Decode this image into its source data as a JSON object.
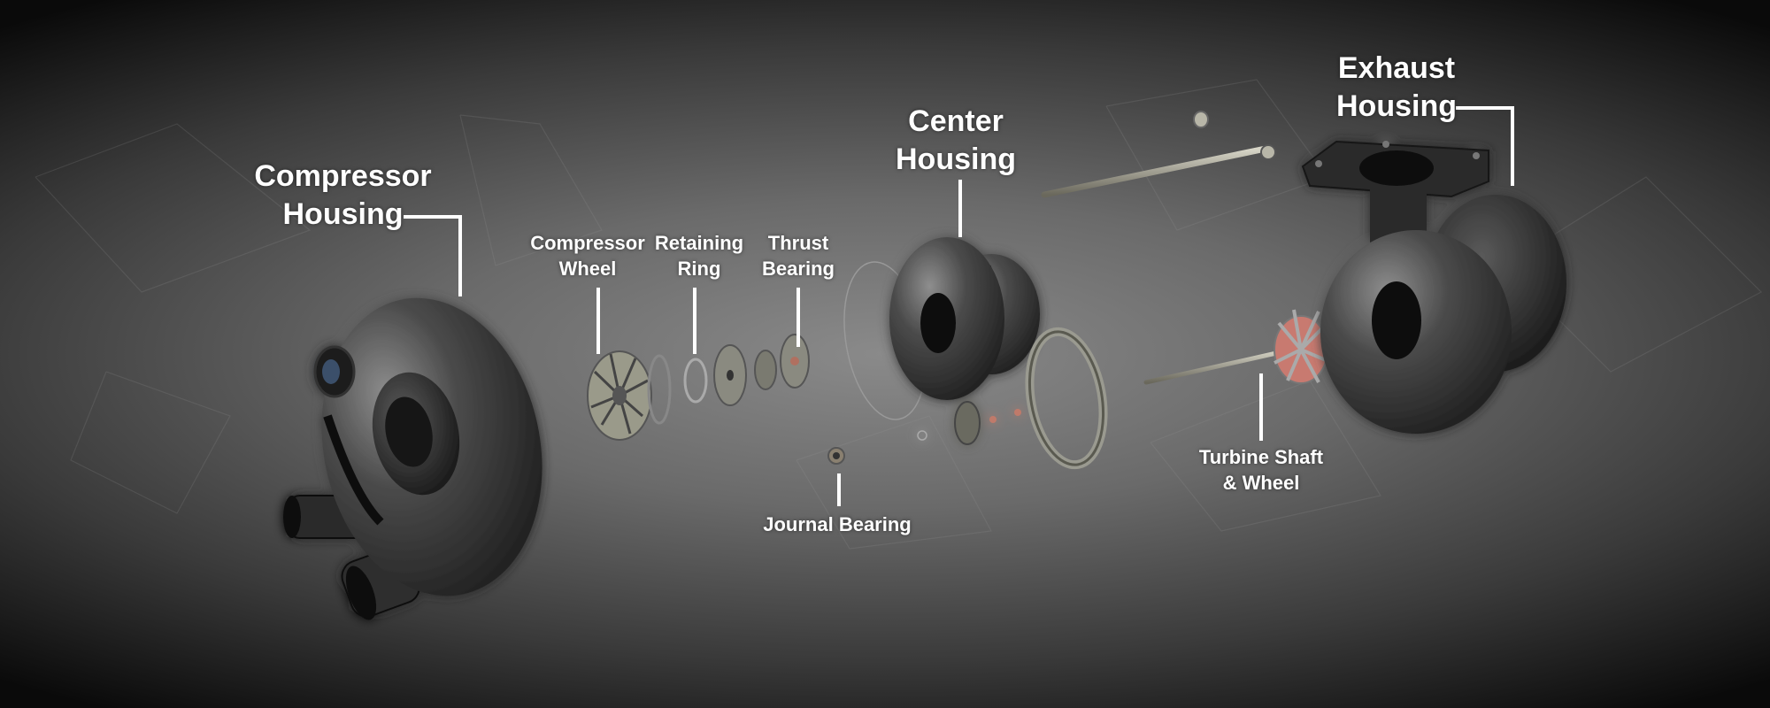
{
  "labels": {
    "compressor_housing": {
      "line1": "Compressor",
      "line2": "Housing"
    },
    "compressor_wheel": {
      "line1": "Compressor",
      "line2": "Wheel"
    },
    "retaining_ring": {
      "line1": "Retaining",
      "line2": "Ring"
    },
    "thrust_bearing": {
      "line1": "Thrust",
      "line2": "Bearing"
    },
    "center_housing": {
      "line1": "Center",
      "line2": "Housing"
    },
    "exhaust_housing": {
      "line1": "Exhaust",
      "line2": "Housing"
    },
    "journal_bearing": {
      "line1": "Journal Bearing"
    },
    "turbine_shaft_wheel": {
      "line1": "Turbine Shaft",
      "line2": "& Wheel"
    }
  },
  "colors": {
    "background_center": "#8a8a8a",
    "background_edge": "#0a0a0a",
    "label_text": "#ffffff",
    "leader_line": "#ffffff",
    "metal": "#3a3a3a",
    "turbine_seal": "#c87a70"
  },
  "icons": [
    "compressor-housing-icon",
    "compressor-wheel-icon",
    "retaining-ring-icon",
    "thrust-bearing-icon",
    "center-housing-icon",
    "exhaust-housing-icon",
    "journal-bearing-icon",
    "turbine-shaft-icon",
    "bolt-icon",
    "clamp-icon"
  ]
}
